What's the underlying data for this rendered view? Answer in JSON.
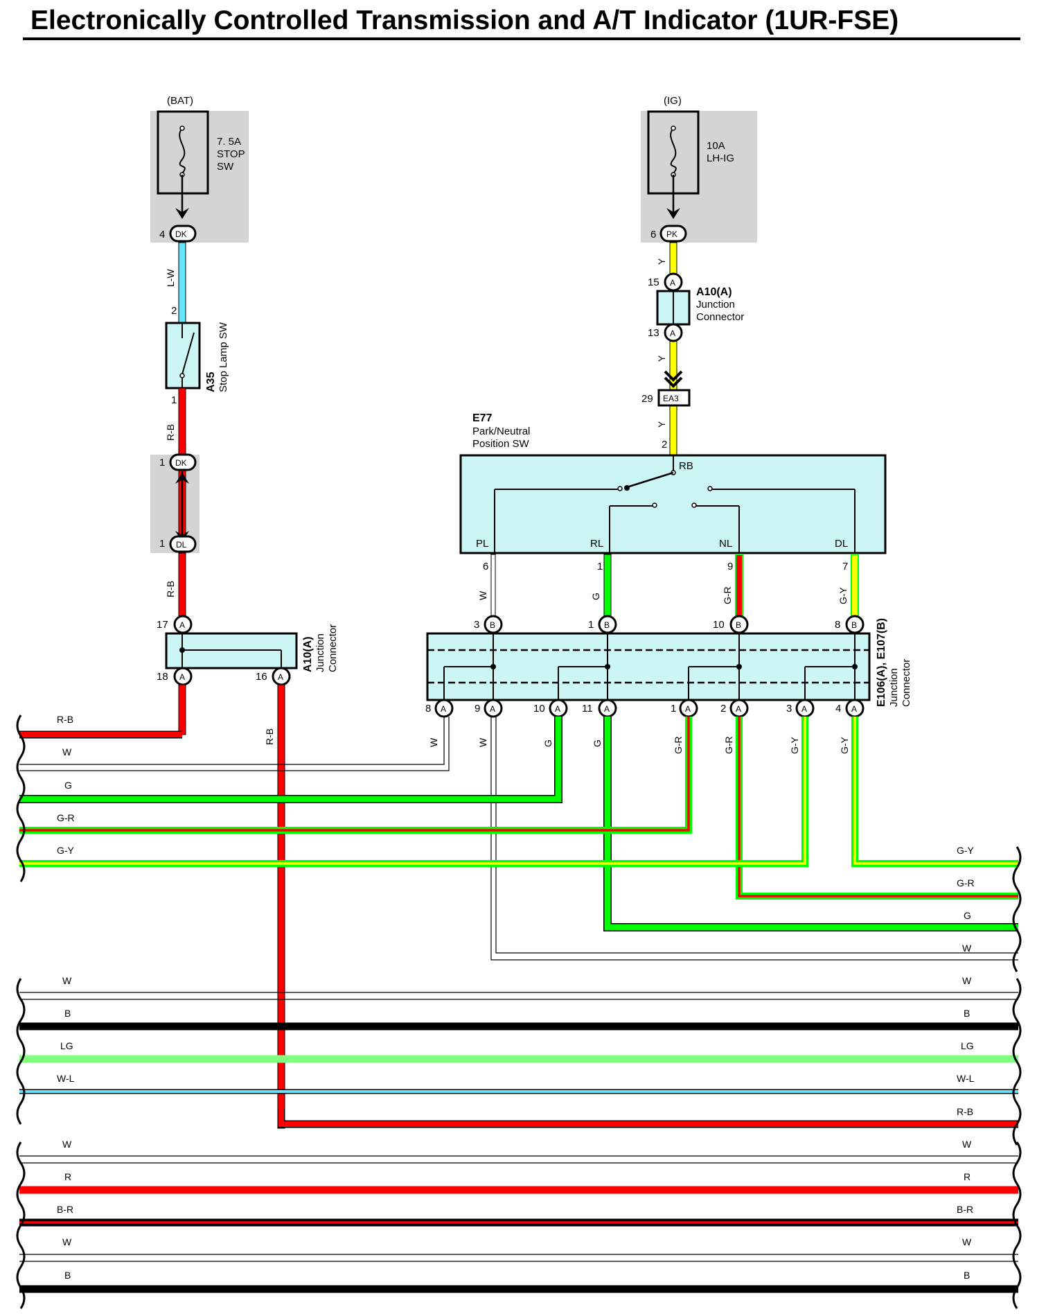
{
  "title": "Electronically Controlled Transmission and A/T Indicator (1UR-FSE)",
  "fuses": {
    "stop": {
      "source": "(BAT)",
      "line1": "7. 5A",
      "line2": "STOP",
      "line3": "SW",
      "pin": "4",
      "conn": "DK"
    },
    "lhig": {
      "source": "(IG)",
      "line1": "10A",
      "line2": "LH-IG",
      "pin": "6",
      "conn": "PK"
    }
  },
  "stop_lamp_sw": {
    "code": "A35",
    "name": "Stop Lamp SW",
    "pin_top": "2",
    "pin_bottom": "1"
  },
  "connectors_left": {
    "dk": {
      "pin": "1",
      "label": "DK"
    },
    "dl": {
      "pin": "1",
      "label": "DL"
    }
  },
  "junction_a10_left": {
    "code": "A10(A)",
    "line1": "Junction",
    "line2": "Connector",
    "pin17": "17",
    "pin18": "18",
    "pin16": "16",
    "conn": "A"
  },
  "junction_a10_right": {
    "code": "A10(A)",
    "line1": "Junction",
    "line2": "Connector",
    "pin15": "15",
    "pin13": "13",
    "conn": "A"
  },
  "ea3": {
    "pin": "29",
    "label": "EA3"
  },
  "e77": {
    "code": "E77",
    "line1": "Park/Neutral",
    "line2": "Position SW",
    "pin_top": "2",
    "rb": "RB",
    "terminals": [
      "PL",
      "RL",
      "NL",
      "DL"
    ],
    "pins": [
      "6",
      "1",
      "9",
      "7"
    ]
  },
  "e106": {
    "code": "E106(A), E107(B)",
    "line1": "Junction",
    "line2": "Connector",
    "top_pins": [
      "3",
      "1",
      "10",
      "8"
    ],
    "top_conn": "B",
    "bottom_pins": [
      "8",
      "9",
      "10",
      "11",
      "1",
      "2",
      "3",
      "4"
    ],
    "bottom_conn": "A"
  },
  "wire_colors": {
    "l_w": "L-W",
    "r_b": "R-B",
    "y": "Y",
    "w": "W",
    "g": "G",
    "g_r": "G-R",
    "g_y": "G-Y",
    "b": "B",
    "lg": "LG",
    "w_l": "W-L",
    "r": "R",
    "b_r": "B-R"
  },
  "left_bus_labels": [
    "R-B",
    "W",
    "G",
    "G-R",
    "G-Y"
  ],
  "right_bus_labels": [
    "G-Y",
    "G-R",
    "G",
    "W"
  ],
  "lower_bus_labels": [
    "W",
    "B",
    "LG",
    "W-L",
    "R-B",
    "W",
    "R",
    "B-R",
    "W",
    "B"
  ],
  "colors": {
    "red": "#ff0000",
    "green": "#00ff00",
    "lightgreen": "#80ff80",
    "yellow": "#ffff00",
    "cyan": "#66e6ff",
    "comp": "#ccf5f5",
    "shade": "#d4d4d4"
  }
}
